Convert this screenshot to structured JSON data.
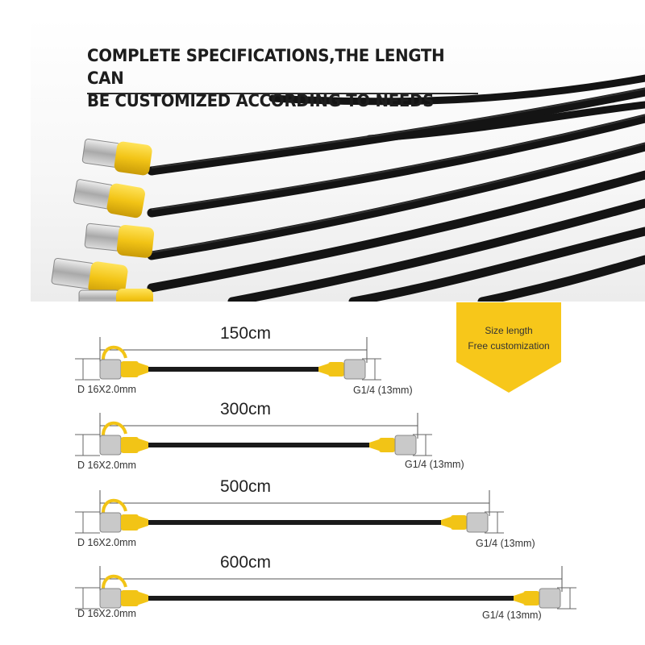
{
  "headline": {
    "line1": "COMPLETE SPECIFICATIONS,THE LENGTH CAN",
    "line2": "BE CUSTOMIZED ACCORDING TO NEEDS"
  },
  "badge": {
    "line1": "Size length",
    "line2": "Free customization",
    "color": "#f7c71a"
  },
  "colors": {
    "connector": "#f2c416",
    "hose": "#1a1a1a",
    "metal": "#c9c9c9"
  },
  "hoses": [
    {
      "length": "150cm",
      "left_spec": "D 16X2.0mm",
      "right_spec": "G1/4 (13mm)"
    },
    {
      "length": "300cm",
      "left_spec": "D 16X2.0mm",
      "right_spec": "G1/4 (13mm)"
    },
    {
      "length": "500cm",
      "left_spec": "D 16X2.0mm",
      "right_spec": "G1/4 (13mm)"
    },
    {
      "length": "600cm",
      "left_spec": "D 16X2.0mm",
      "right_spec": "G1/4 (13mm)"
    }
  ]
}
